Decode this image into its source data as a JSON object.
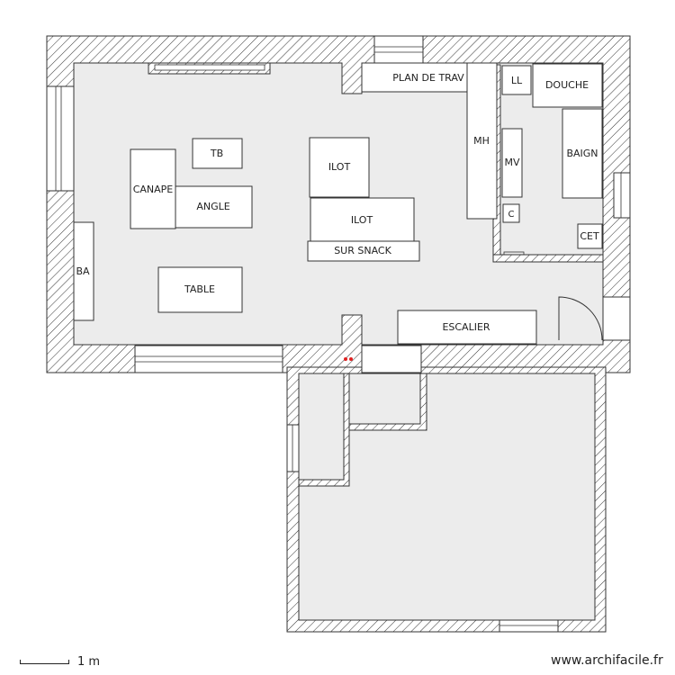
{
  "rooms": {
    "plan_de_travail": "PLAN DE TRAV",
    "ll": "LL",
    "douche": "DOUCHE",
    "mh": "MH",
    "mv": "MV",
    "baign": "BAIGN",
    "c": "C",
    "cet": "CET",
    "tb": "TB",
    "ilot_top": "ILOT",
    "ilot_bottom": "ILOT",
    "sur_snack": "SUR SNACK",
    "canape": "CANAPE",
    "angle": "ANGLE",
    "ba": "BA",
    "table": "TABLE",
    "escalier": "ESCALIER"
  },
  "footer": {
    "scale": "1 m",
    "brand": "www.archifacile.fr"
  },
  "colors": {
    "wall_stroke": "#333333",
    "floor": "#ececec",
    "marker": "#e02020"
  }
}
